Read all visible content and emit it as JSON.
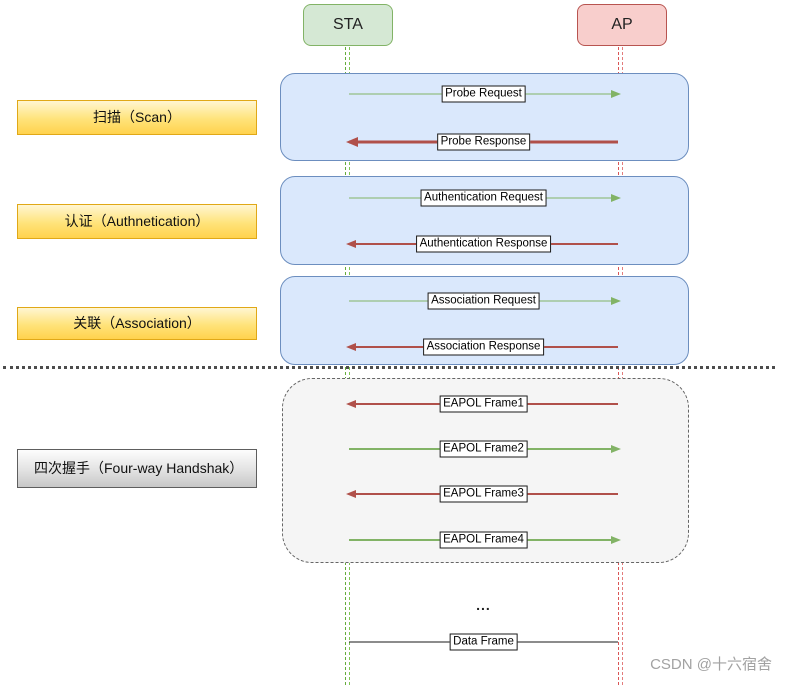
{
  "actors": {
    "sta": "STA",
    "ap": "AP"
  },
  "phases": [
    {
      "label": "扫描（Scan）"
    },
    {
      "label": "认证（Authnetication）"
    },
    {
      "label": "关联（Association）"
    },
    {
      "label": "四次握手（Four-way Handshak）"
    }
  ],
  "messages": [
    {
      "label": "Probe Request",
      "from": "STA",
      "to": "AP",
      "color": "green"
    },
    {
      "label": "Probe Response",
      "from": "AP",
      "to": "STA",
      "color": "red"
    },
    {
      "label": "Authentication Request",
      "from": "STA",
      "to": "AP",
      "color": "green"
    },
    {
      "label": "Authentication Response",
      "from": "AP",
      "to": "STA",
      "color": "red"
    },
    {
      "label": "Association Request",
      "from": "STA",
      "to": "AP",
      "color": "green"
    },
    {
      "label": "Association Response",
      "from": "AP",
      "to": "STA",
      "color": "red"
    },
    {
      "label": "EAPOL Frame1",
      "from": "AP",
      "to": "STA",
      "color": "red"
    },
    {
      "label": "EAPOL Frame2",
      "from": "STA",
      "to": "AP",
      "color": "green"
    },
    {
      "label": "EAPOL Frame3",
      "from": "AP",
      "to": "STA",
      "color": "red"
    },
    {
      "label": "EAPOL Frame4",
      "from": "STA",
      "to": "AP",
      "color": "green"
    },
    {
      "label": "Data Frame",
      "from": "STA",
      "to": "AP",
      "color": "black"
    }
  ],
  "ellipsis": "...",
  "watermark": "CSDN @十六宿舍",
  "colors": {
    "sta_fill": "#d5e8d4",
    "sta_border": "#82b366",
    "ap_fill": "#f8cecc",
    "ap_border": "#b85450",
    "phase_box_fill": "#dae8fc",
    "phase_box_border": "#6c8ebf",
    "handshake_box_fill": "#f5f5f5",
    "handshake_box_border": "#666666",
    "label_yellow": "#ffd24d",
    "label_yellow_border": "#e0a817",
    "label_gray": "#c7c7c7",
    "arrow_green": "#82b366",
    "arrow_red": "#b0504a"
  }
}
